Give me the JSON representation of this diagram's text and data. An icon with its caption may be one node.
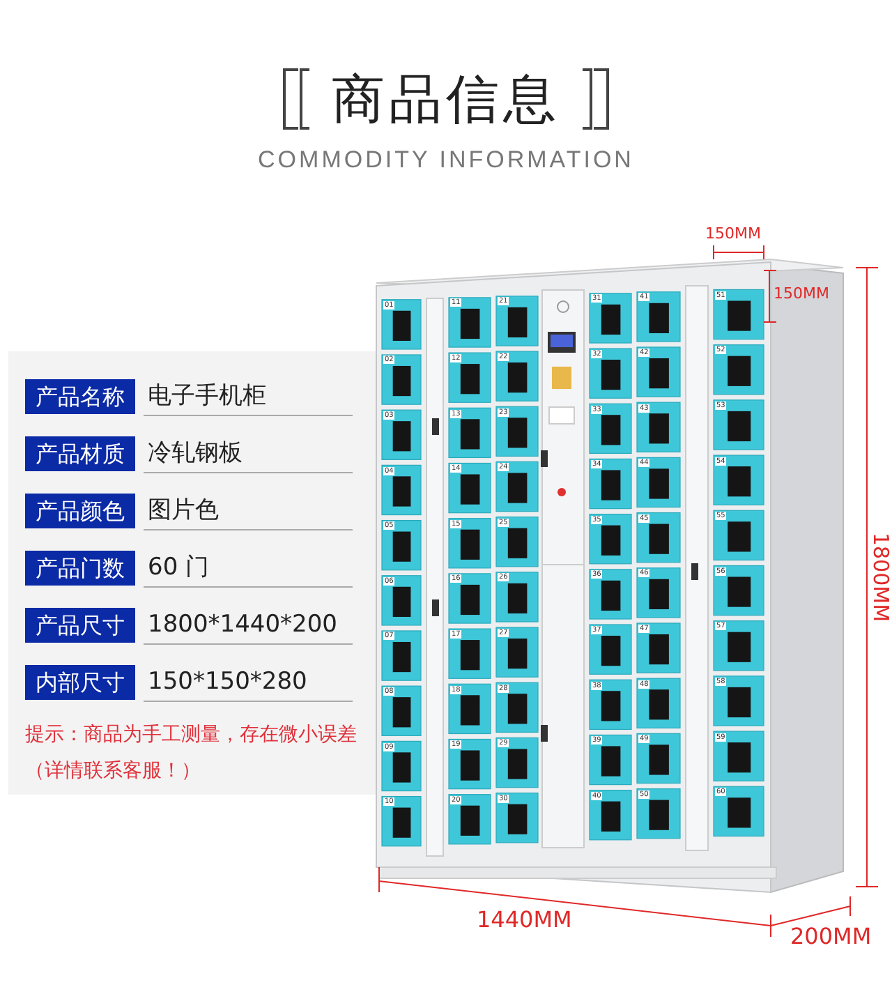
{
  "diagram": {
    "title": "商品信息",
    "labels": [
      "COMMODITY INFORMATION",
      "产品名称",
      "电子手机柜",
      "产品材质",
      "冷轧钢板",
      "产品颜色",
      "图片色",
      "产品门数",
      "60 门",
      "产品尺寸",
      "1800*1440*200",
      "内部尺寸",
      "150*150*280",
      "提示：商品为手工测量，存在微小误差（详情联系客服！）",
      "150MM",
      "150MM",
      "1800MM",
      "1440MM",
      "200MM",
      "01",
      "02",
      "03",
      "04",
      "05",
      "06",
      "07",
      "08",
      "09",
      "10",
      "11",
      "12",
      "13",
      "14",
      "15",
      "16",
      "17",
      "18",
      "19",
      "20",
      "21",
      "22",
      "23",
      "24",
      "25",
      "26",
      "27",
      "28",
      "29",
      "30",
      "31",
      "32",
      "33",
      "34",
      "35",
      "36",
      "37",
      "38",
      "39",
      "40",
      "41",
      "42",
      "43",
      "44",
      "45",
      "46",
      "47",
      "48",
      "49",
      "50",
      "51",
      "52",
      "53",
      "54",
      "55",
      "56",
      "57",
      "58",
      "59",
      "60"
    ]
  }
}
